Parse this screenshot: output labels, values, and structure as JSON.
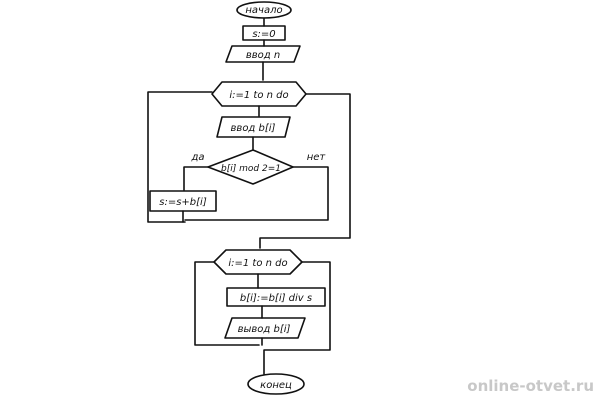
{
  "flowchart": {
    "start": "начало",
    "init_s": "s:=0",
    "input_n": "ввод n",
    "loop1": "i:=1 to n do",
    "input_b": "ввод b[i]",
    "condition": "b[i] mod 2=1",
    "yes_label": "да",
    "no_label": "нет",
    "sum": "s:=s+b[i]",
    "loop2": "i:=1 to n do",
    "divide": "b[i]:=b[i] div s",
    "output": "вывод b[i]",
    "end": "конец"
  },
  "watermark": "online-otvet.ru"
}
